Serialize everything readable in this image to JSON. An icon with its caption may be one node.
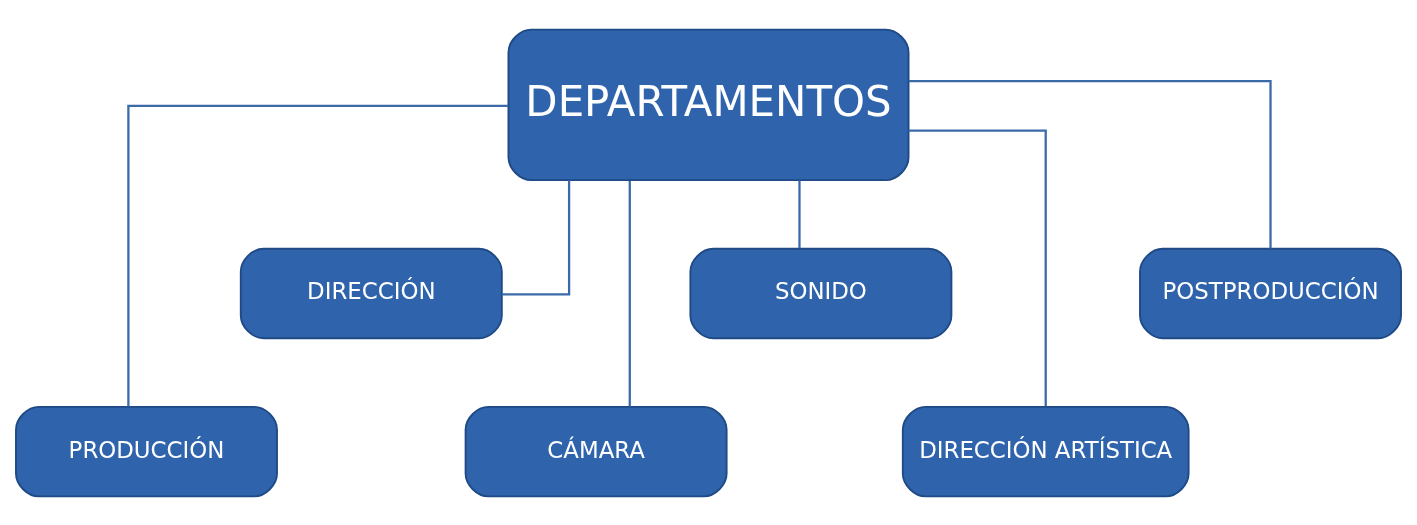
{
  "diagram": {
    "nodes": [
      {
        "text": [
          "DEPARTAMENTOS"
        ]
      },
      {
        "text": [
          "PRODUCCIÓN"
        ]
      },
      {
        "text": [
          "DIRECCIÓN"
        ]
      },
      {
        "text": [
          "CÁMARA"
        ]
      },
      {
        "text": [
          "SONIDO"
        ]
      },
      {
        "text": [
          "DIRECCIÓN ARTÍSTICA"
        ]
      },
      {
        "text": [
          "POSTPRODUCCIÓN"
        ]
      }
    ],
    "edges": [
      {
        "from": 0,
        "to": 1,
        "arrow": "none"
      },
      {
        "from": 0,
        "to": 2,
        "arrow": "none"
      },
      {
        "from": 0,
        "to": 3,
        "arrow": "none"
      },
      {
        "from": 0,
        "to": 4,
        "arrow": "none"
      },
      {
        "from": 0,
        "to": 5,
        "arrow": "none"
      },
      {
        "from": 0,
        "to": 6,
        "arrow": "none"
      }
    ]
  }
}
